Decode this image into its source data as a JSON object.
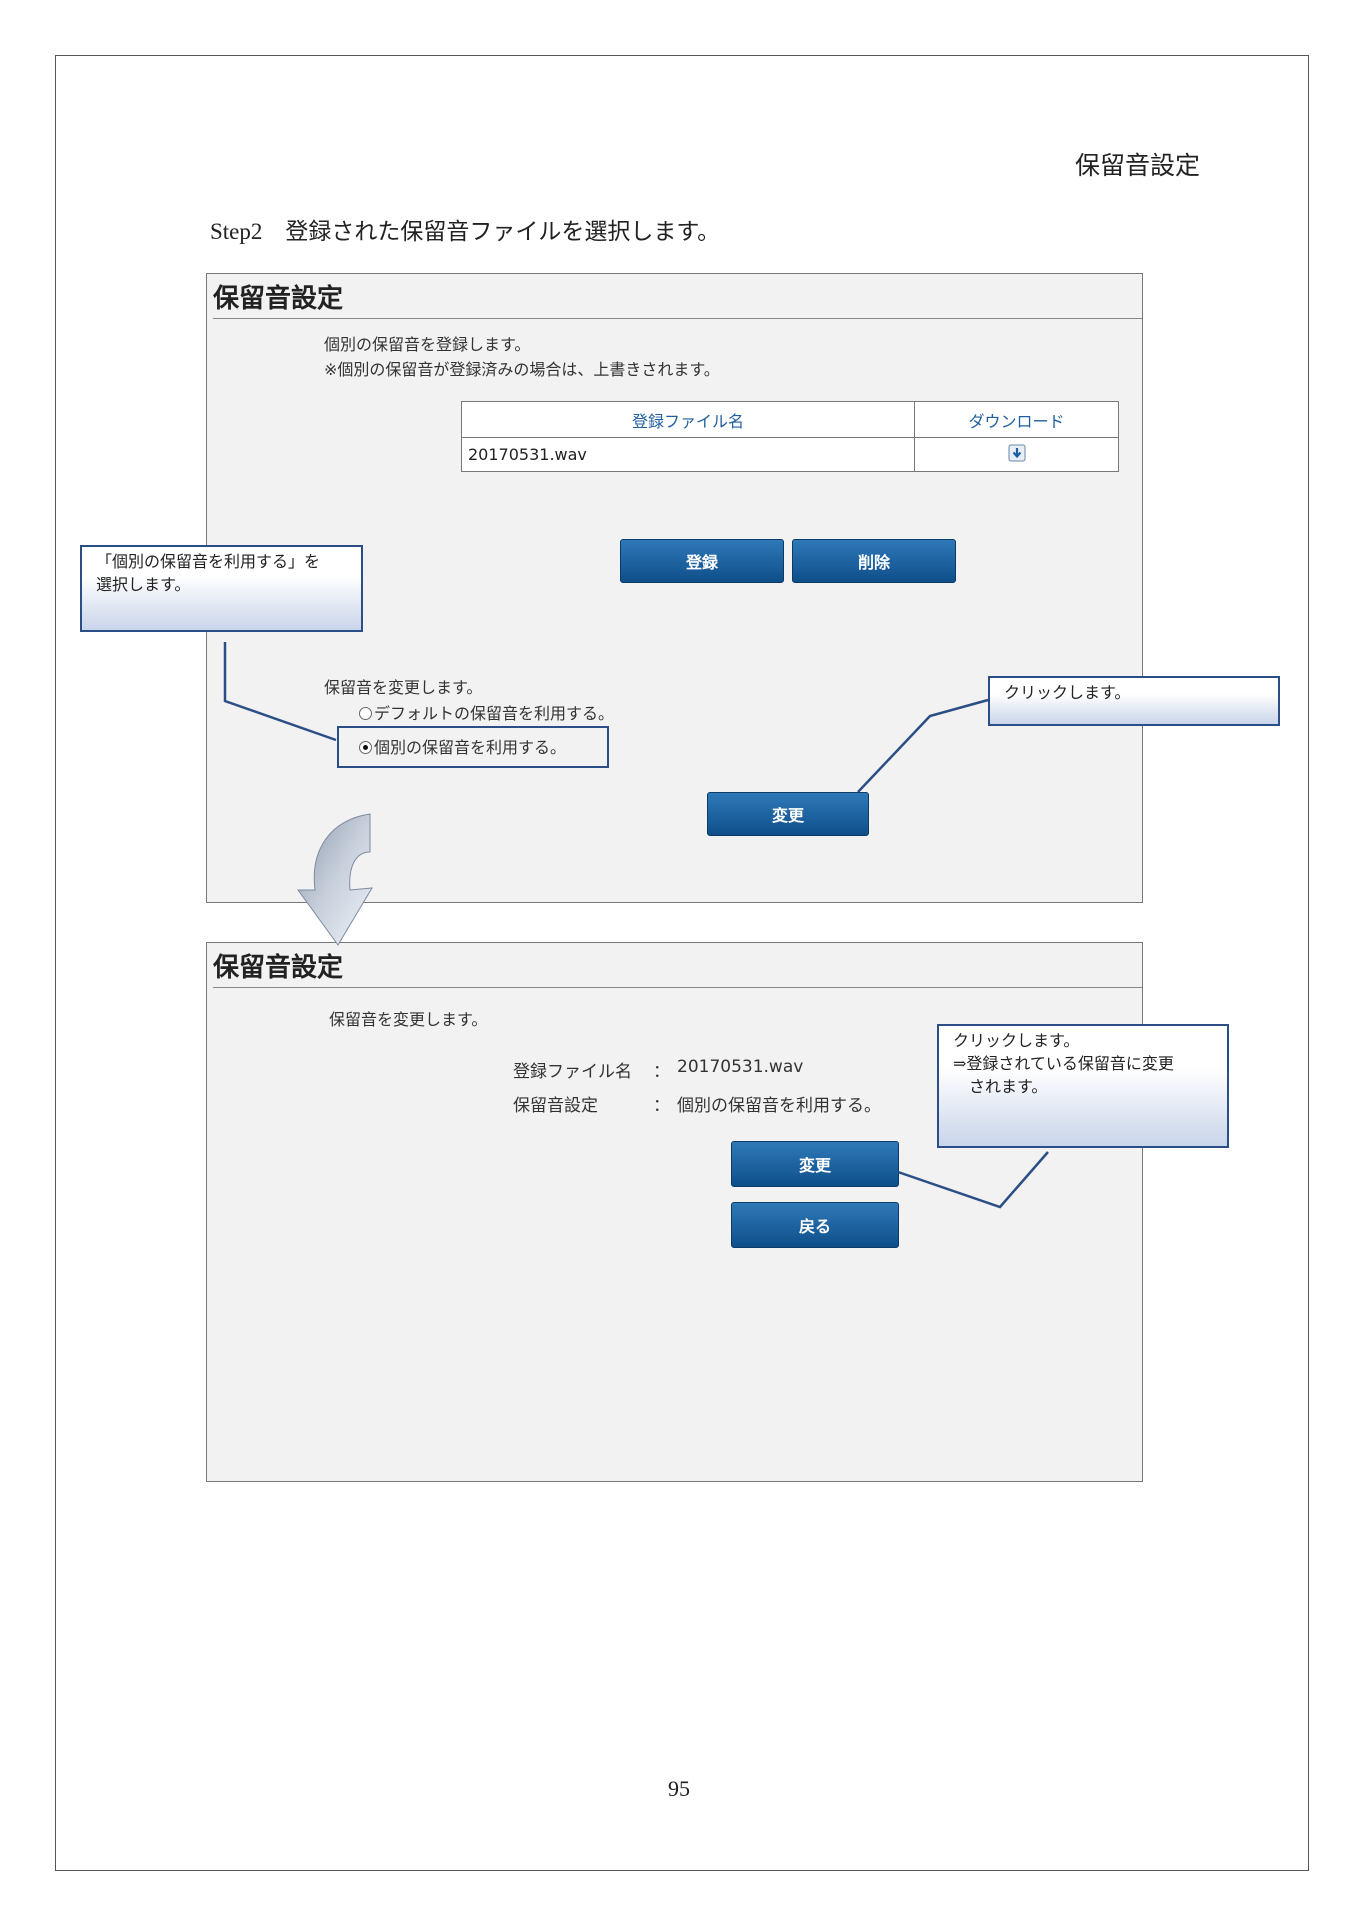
{
  "header": {
    "section_title": "保留音設定",
    "step_text": "Step2　登録された保留音ファイルを選択します。"
  },
  "panel1": {
    "title": "保留音設定",
    "desc1": "個別の保留音を登録します。",
    "desc2": "※個別の保留音が登録済みの場合は、上書きされます。",
    "table_headers": [
      "登録ファイル名",
      "ダウンロード"
    ],
    "file_name": "20170531.wav",
    "register_button": "登録",
    "delete_button": "削除",
    "change_label": "保留音を変更します。",
    "radio_default": "デフォルトの保留音を利用する。",
    "radio_individual": "個別の保留音を利用する。",
    "change_button": "変更"
  },
  "panel2": {
    "title": "保留音設定",
    "desc": "保留音を変更します。",
    "file_label": "登録ファイル名",
    "file_value": "20170531.wav",
    "setting_label": "保留音設定",
    "setting_value": "個別の保留音を利用する。",
    "separator": "：",
    "change_button": "変更",
    "back_button": "戻る"
  },
  "callouts": {
    "select_radio": [
      "「個別の保留音を利用する」を",
      "選択します。"
    ],
    "click1": "クリックします。",
    "click2": [
      "クリックします。",
      "⇒登録されている保留音に変更",
      "　されます。"
    ]
  },
  "colors": {
    "button": "#1a5f9e",
    "callout_border": "#2c4e86",
    "panel_bg": "#f2f2f2"
  },
  "page_number": "95"
}
